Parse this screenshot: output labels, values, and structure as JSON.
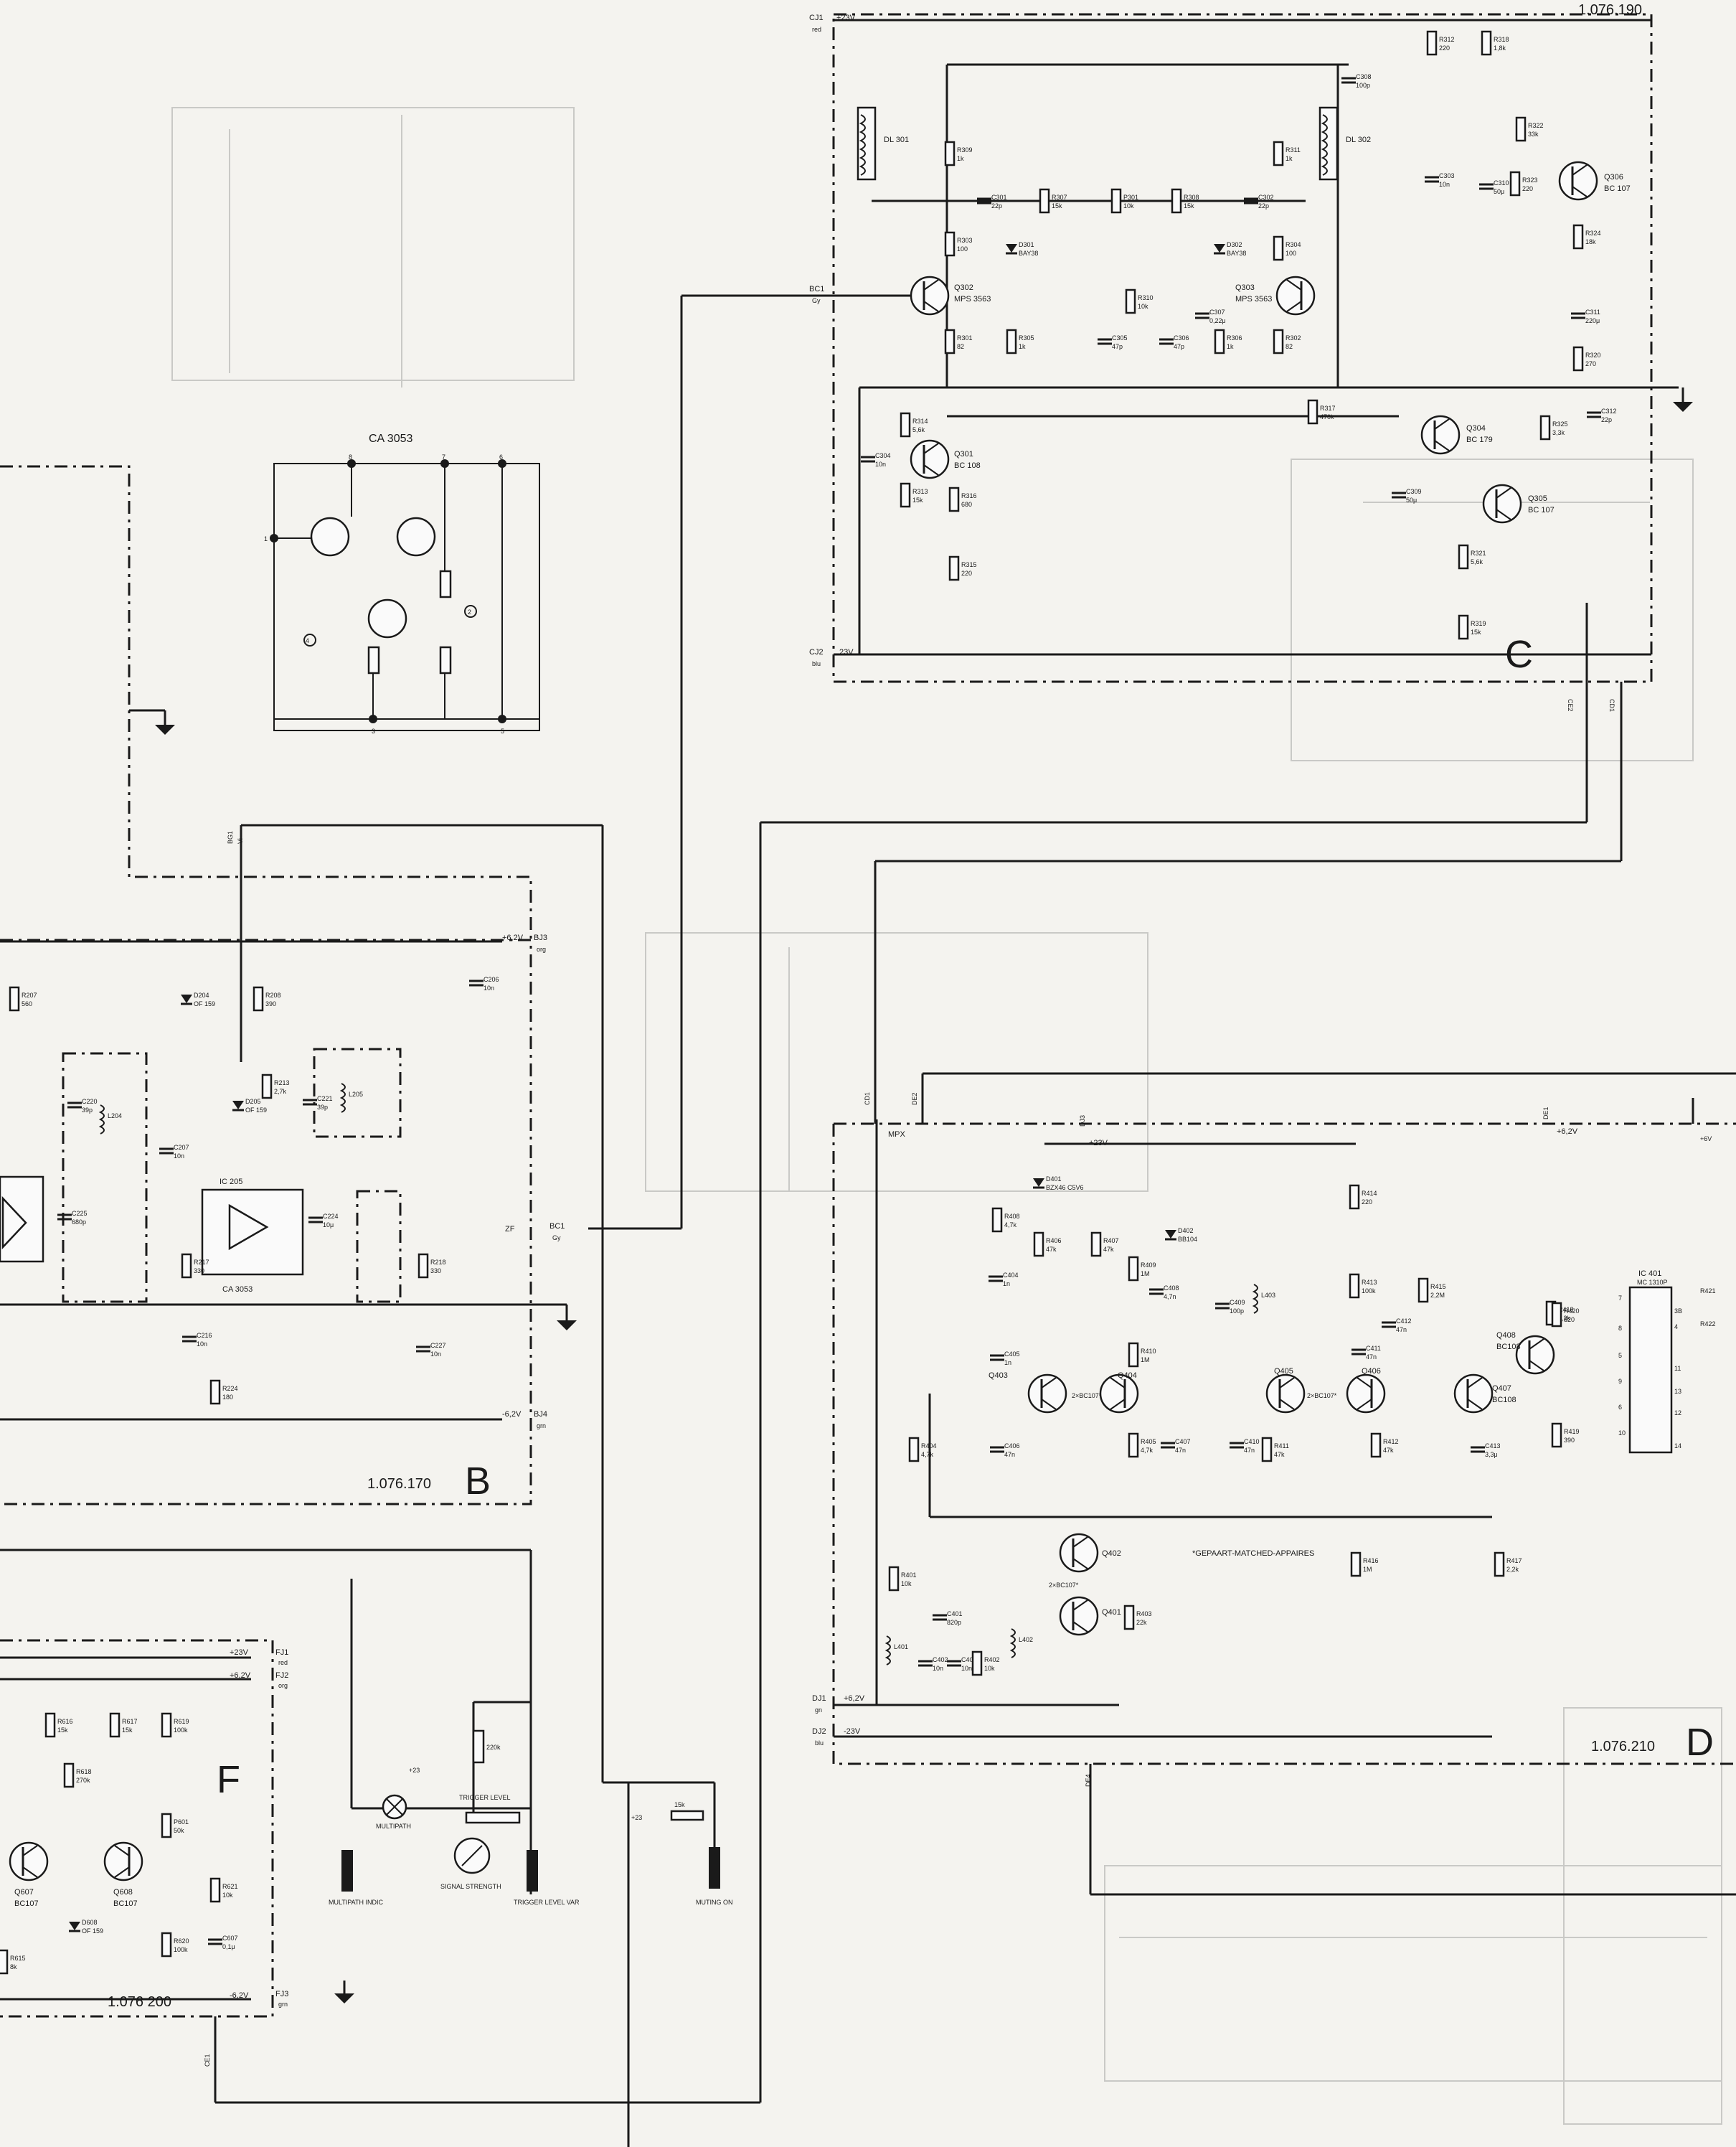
{
  "board_C": {
    "letter": "C",
    "number": "1.076.190",
    "supply_pos": "+23V",
    "supply_neg": "23V",
    "conn_pos": "CJ1",
    "conn_neg": "CJ2",
    "wire_red": "red",
    "wire_blu": "blu",
    "input_conn": "BC1",
    "input_color": "Gy",
    "out_conn_1": "CE2",
    "out_conn_2": "CD1",
    "components": [
      {
        "ref": "R309",
        "val": "1k"
      },
      {
        "ref": "R303",
        "val": "100"
      },
      {
        "ref": "R301",
        "val": "82"
      },
      {
        "ref": "C301",
        "val": "22p"
      },
      {
        "ref": "R307",
        "val": "15k"
      },
      {
        "ref": "P301",
        "val": "10k"
      },
      {
        "ref": "R308",
        "val": "15k"
      },
      {
        "ref": "C302",
        "val": "22p"
      },
      {
        "ref": "R311",
        "val": "1k"
      },
      {
        "ref": "D301",
        "val": "BAY38"
      },
      {
        "ref": "D302",
        "val": "BAY38"
      },
      {
        "ref": "R305",
        "val": "1k"
      },
      {
        "ref": "R310",
        "val": "10k"
      },
      {
        "ref": "C305",
        "val": "47p"
      },
      {
        "ref": "C306",
        "val": "47p"
      },
      {
        "ref": "C307",
        "val": "0,22μ"
      },
      {
        "ref": "R306",
        "val": "1k"
      },
      {
        "ref": "R304",
        "val": "100"
      },
      {
        "ref": "R302",
        "val": "82"
      },
      {
        "ref": "R312",
        "val": "220"
      },
      {
        "ref": "R318",
        "val": "1,8k"
      },
      {
        "ref": "R322",
        "val": "33k"
      },
      {
        "ref": "C303",
        "val": "10n"
      },
      {
        "ref": "C310",
        "val": "50μ"
      },
      {
        "ref": "R323",
        "val": "220"
      },
      {
        "ref": "R324",
        "val": "18k"
      },
      {
        "ref": "C311",
        "val": "220μ"
      },
      {
        "ref": "R320",
        "val": "270"
      },
      {
        "ref": "C308",
        "val": "100p"
      },
      {
        "ref": "R314",
        "val": "5,6k"
      },
      {
        "ref": "R313",
        "val": "15k"
      },
      {
        "ref": "R316",
        "val": "680"
      },
      {
        "ref": "R315",
        "val": "220"
      },
      {
        "ref": "C304",
        "val": "10n"
      },
      {
        "ref": "R317",
        "val": "470k"
      },
      {
        "ref": "C312",
        "val": "22p"
      },
      {
        "ref": "R325",
        "val": "3,3k"
      },
      {
        "ref": "C309",
        "val": "50μ"
      },
      {
        "ref": "R321",
        "val": "5,6k"
      },
      {
        "ref": "R319",
        "val": "15k"
      }
    ],
    "transistors": [
      {
        "ref": "Q302",
        "type": "MPS 3563"
      },
      {
        "ref": "Q303",
        "type": "MPS 3563"
      },
      {
        "ref": "Q301",
        "type": "BC 108"
      },
      {
        "ref": "Q304",
        "type": "BC 179"
      },
      {
        "ref": "Q305",
        "type": "BC 107"
      },
      {
        "ref": "Q306",
        "type": "BC 107"
      }
    ],
    "delay_lines": [
      "DL 301",
      "DL 302"
    ]
  },
  "ic_detail": {
    "title": "CA 3053",
    "pins": [
      "1",
      "2",
      "3",
      "4",
      "5",
      "6",
      "7",
      "8"
    ]
  },
  "board_B": {
    "letter": "B",
    "number": "1.076.170",
    "supply_pos": "+6,2V",
    "supply_neg": "-6,2V",
    "conn_pos": "BJ3",
    "conn_neg": "BJ4",
    "wire_org": "org",
    "wire_grn": "grn",
    "conn_top": "BG1",
    "conn_top_color": "Vi",
    "if_label": "ZF",
    "if_conn": "BC1",
    "if_color": "Gy",
    "ic": "IC 205",
    "ic_type": "CA 3053",
    "components": [
      {
        "ref": "R207",
        "val": "560"
      },
      {
        "ref": "C220",
        "val": "39p"
      },
      {
        "ref": "L204",
        "val": ""
      },
      {
        "ref": "C225",
        "val": "680p"
      },
      {
        "ref": "D204",
        "val": "OF 159"
      },
      {
        "ref": "R208",
        "val": "390"
      },
      {
        "ref": "D205",
        "val": "OF 159"
      },
      {
        "ref": "R213",
        "val": "2,7k"
      },
      {
        "ref": "C221",
        "val": "39p"
      },
      {
        "ref": "L205",
        "val": ""
      },
      {
        "ref": "C206",
        "val": "10n"
      },
      {
        "ref": "C207",
        "val": "10n"
      },
      {
        "ref": "C224",
        "val": "10μ"
      },
      {
        "ref": "R217",
        "val": "330"
      },
      {
        "ref": "R218",
        "val": "330"
      },
      {
        "ref": "C216",
        "val": "10n"
      },
      {
        "ref": "R224",
        "val": "180"
      },
      {
        "ref": "C227",
        "val": "10n"
      }
    ]
  },
  "board_D": {
    "letter": "D",
    "number": "1.076.210",
    "supply_pos": "+23V",
    "supply_6v": "+6,2V",
    "supply_neg": "-23V",
    "conn_dj1": "DJ1",
    "conn_dj2": "DJ2",
    "wire_gn": "gn",
    "wire_blu": "blu",
    "mpx_label": "MPX",
    "conn_cd1": "CD1",
    "conn_de2": "DE2",
    "conn_dj3": "DJ3",
    "conn_de4": "DE4",
    "conn_de1": "DE1",
    "matched_note": "*GEPAART-MATCHED-APPAIRES",
    "ic": "IC 401",
    "ic_type": "MC 1310P",
    "components": [
      {
        "ref": "D401",
        "val": "BZX46 C5V6"
      },
      {
        "ref": "R408",
        "val": "4,7k"
      },
      {
        "ref": "R406",
        "val": "47k"
      },
      {
        "ref": "R407",
        "val": "47k"
      },
      {
        "ref": "C404",
        "val": "1n"
      },
      {
        "ref": "R409",
        "val": "1M"
      },
      {
        "ref": "D402",
        "val": "BB104"
      },
      {
        "ref": "C408",
        "val": "4,7n"
      },
      {
        "ref": "C409",
        "val": "100p"
      },
      {
        "ref": "L403",
        "val": ""
      },
      {
        "ref": "R414",
        "val": "220"
      },
      {
        "ref": "R413",
        "val": "100k"
      },
      {
        "ref": "R415",
        "val": "2,2M"
      },
      {
        "ref": "C412",
        "val": "47n"
      },
      {
        "ref": "C405",
        "val": "1n"
      },
      {
        "ref": "R410",
        "val": "1M"
      },
      {
        "ref": "C411",
        "val": "47n"
      },
      {
        "ref": "R404",
        "val": "4,7k"
      },
      {
        "ref": "C406",
        "val": "47n"
      },
      {
        "ref": "R405",
        "val": "4,7k"
      },
      {
        "ref": "C407",
        "val": "47n"
      },
      {
        "ref": "C410",
        "val": "47n"
      },
      {
        "ref": "R411",
        "val": "47k"
      },
      {
        "ref": "R412",
        "val": "47k"
      },
      {
        "ref": "C413",
        "val": "3,3μ"
      },
      {
        "ref": "R418",
        "val": "2,2k"
      },
      {
        "ref": "R420",
        "val": "820"
      },
      {
        "ref": "R419",
        "val": "390"
      },
      {
        "ref": "R401",
        "val": "10k"
      },
      {
        "ref": "C401",
        "val": "820p"
      },
      {
        "ref": "C402",
        "val": "10n"
      },
      {
        "ref": "C403",
        "val": "10n"
      },
      {
        "ref": "R402",
        "val": "10k"
      },
      {
        "ref": "R403",
        "val": "22k"
      },
      {
        "ref": "R416",
        "val": "1M"
      },
      {
        "ref": "R417",
        "val": "2,2k"
      },
      {
        "ref": "L401",
        "val": ""
      },
      {
        "ref": "L402",
        "val": ""
      }
    ],
    "transistors": [
      {
        "ref": "Q403",
        "type": "2×BC107*"
      },
      {
        "ref": "Q404",
        "type": ""
      },
      {
        "ref": "Q405",
        "type": "2×BC107*"
      },
      {
        "ref": "Q406",
        "type": ""
      },
      {
        "ref": "Q407",
        "type": "BC108"
      },
      {
        "ref": "Q408",
        "type": "BC108"
      },
      {
        "ref": "Q402",
        "type": "2×BC107*"
      },
      {
        "ref": "Q401",
        "type": ""
      }
    ],
    "ic_pins_right": [
      "3B",
      "4",
      "11",
      "13",
      "12",
      "14"
    ],
    "ic_pins_left": [
      "7",
      "8",
      "5",
      "9",
      "6",
      "10"
    ],
    "ic_out": [
      "R421",
      "R422"
    ],
    "ic_supply": "+6V"
  },
  "board_F": {
    "letter": "F",
    "number": "1.076 200",
    "supply_pos": "+23V",
    "supply_6v": "+6,2V",
    "supply_neg": "-6,2V",
    "conn_fj1": "FJ1",
    "conn_fj2": "FJ2",
    "conn_fj3": "FJ3",
    "wire_red": "red",
    "wire_org": "org",
    "wire_grn": "grn",
    "conn_out": "CE1",
    "components": [
      {
        "ref": "R616",
        "val": "15k"
      },
      {
        "ref": "R617",
        "val": "15k"
      },
      {
        "ref": "R619",
        "val": "100k"
      },
      {
        "ref": "R618",
        "val": "270k"
      },
      {
        "ref": "P601",
        "val": "50k"
      },
      {
        "ref": "R621",
        "val": "10k"
      },
      {
        "ref": "C607",
        "val": "0,1μ"
      },
      {
        "ref": "R620",
        "val": "100k"
      },
      {
        "ref": "D608",
        "val": "OF 159"
      },
      {
        "ref": "R615",
        "val": "8k"
      }
    ],
    "transistors": [
      {
        "ref": "Q607",
        "type": "BC107"
      },
      {
        "ref": "Q608",
        "type": "BC107"
      }
    ]
  },
  "front_panel": {
    "lamp_label": "MULTIPATH",
    "multipath_ind": "MULTIPATH INDIC",
    "plus23": "+23",
    "meter_label": "SIGNAL STRENGTH",
    "trigger_level": "TRIGGER LEVEL",
    "trigger_var": "TRIGGER LEVEL VAR",
    "r_220k": "220k",
    "r_15k": "15k",
    "muting_on": "MUTING ON"
  }
}
